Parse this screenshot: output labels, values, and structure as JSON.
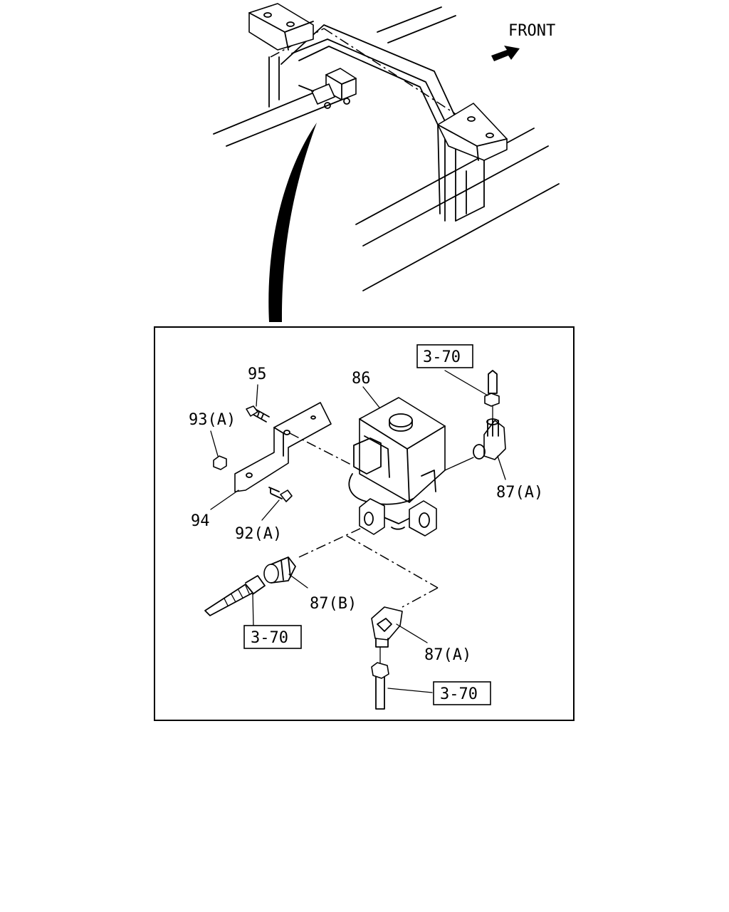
{
  "orientation": {
    "label": "FRONT"
  },
  "detail": {
    "parts": [
      {
        "id": "95",
        "label": "95"
      },
      {
        "id": "86",
        "label": "86"
      },
      {
        "id": "93A",
        "label": "93(A)"
      },
      {
        "id": "94",
        "label": "94"
      },
      {
        "id": "92A",
        "label": "92(A)"
      },
      {
        "id": "87A_top",
        "label": "87(A)"
      },
      {
        "id": "87B",
        "label": "87(B)"
      },
      {
        "id": "87A_bottom",
        "label": "87(A)"
      }
    ],
    "references": [
      {
        "id": "ref_top",
        "label": "3-70"
      },
      {
        "id": "ref_left",
        "label": "3-70"
      },
      {
        "id": "ref_bottom",
        "label": "3-70"
      }
    ]
  }
}
